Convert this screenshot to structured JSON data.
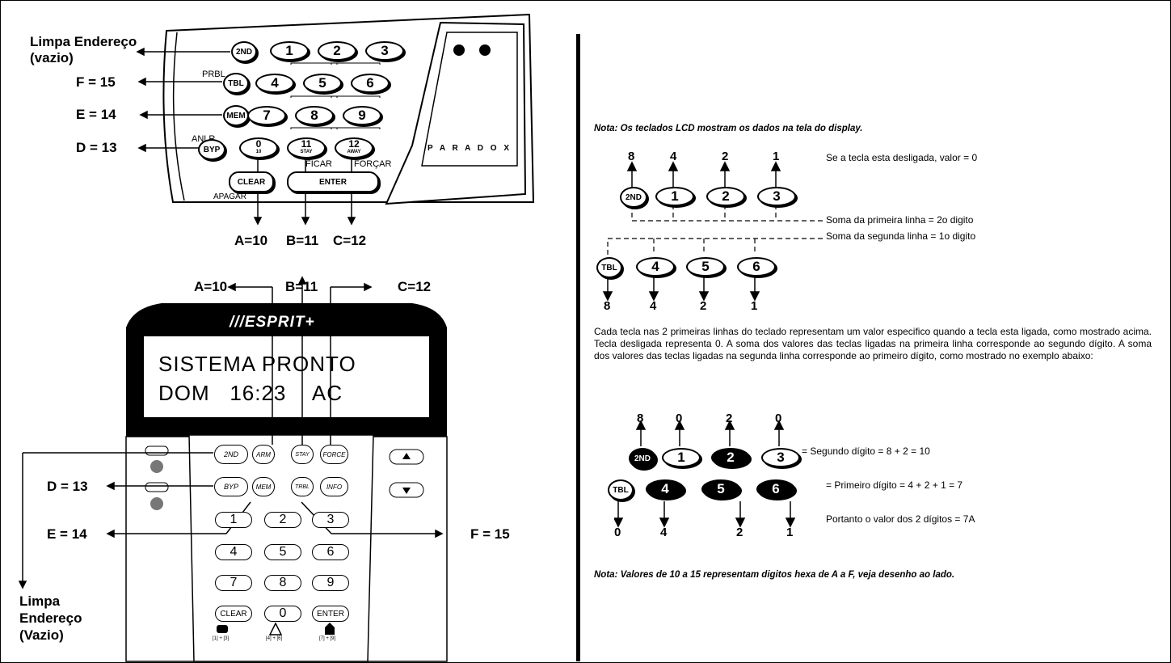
{
  "top_keypad": {
    "labels": {
      "limpa": "Limpa Endereço",
      "vazio": "(vazio)",
      "f": "F = 15",
      "e": "E = 14",
      "d": "D = 13"
    },
    "small": {
      "prbl": "PRBL",
      "anlr": "ANLR",
      "ficar": "FICAR",
      "forcar": "FORÇAR",
      "apagar": "APAGAR"
    },
    "keys": {
      "k2nd": "2ND",
      "tbl": "TBL",
      "mem": "MEM",
      "byp": "BYP",
      "clear": "CLEAR",
      "enter": "ENTER",
      "n1": "1",
      "n2": "2",
      "n3": "3",
      "n4": "4",
      "n5": "5",
      "n6": "6",
      "n7": "7",
      "n8": "8",
      "n9": "9",
      "k0": "0",
      "k0s": "10",
      "k11": "11",
      "k11s": "STAY",
      "k12": "12",
      "k12s": "AWAY"
    },
    "bottom": {
      "a": "A=10",
      "b": "B=11",
      "c": "C=12"
    },
    "brand": "P A R A D O X"
  },
  "bottom_keypad": {
    "top_labels": {
      "a": "A=10",
      "b": "B=11",
      "c": "C=12"
    },
    "side": {
      "d": "D = 13",
      "e": "E = 14",
      "f": "F = 15",
      "limpa1": "Limpa",
      "limpa2": "Endereço",
      "limpa3": "(Vazio)"
    },
    "logo": "///ESPRIT+",
    "lcd_line1": "SISTEMA PRONTO",
    "lcd_line2": "DOM   16:23    AC",
    "keys": {
      "k2nd": "2ND",
      "arm": "ARM",
      "stay": "STAY",
      "force": "FORCE",
      "byp": "BYP",
      "mem": "MEM",
      "trbl": "TRBL",
      "info": "INFO",
      "n1": "1",
      "n2": "2",
      "n3": "3",
      "n4": "4",
      "n5": "5",
      "n6": "6",
      "n7": "7",
      "n8": "8",
      "n9": "9",
      "clear": "CLEAR",
      "n0": "0",
      "enter": "ENTER"
    },
    "panic": {
      "p1": "[1] + [3]",
      "p2": "[4] + [6]",
      "p3": "[7] + [9]"
    }
  },
  "right": {
    "note1": "Nota: Os teclados LCD mostram os dados na tela do display.",
    "off_value": "Se a tecla esta desligada, valor = 0",
    "sum_first": "Soma da primeira linha  = 2o digito",
    "sum_second": "Soma da segunda linha  = 1o digito",
    "row1_vals": [
      "8",
      "4",
      "2",
      "1"
    ],
    "row1_keys": [
      "2ND",
      "1",
      "2",
      "3"
    ],
    "row2_keys": [
      "TBL",
      "4",
      "5",
      "6"
    ],
    "row2_vals": [
      "8",
      "4",
      "2",
      "1"
    ],
    "paragraph": "Cada tecla nas 2 primeiras linhas do teclado representam um valor especifico quando a tecla esta ligada, como mostrado acima. Tecla desligada representa 0. A soma dos valores das teclas ligadas na primeira linha corresponde ao segundo dígito. A soma dos valores das teclas ligadas na segunda  linha corresponde ao primeiro dígito, como mostrado no exemplo abaixo:",
    "ex_row1_vals": [
      "8",
      "0",
      "2",
      "0"
    ],
    "ex_row1_keys": [
      "2ND",
      "1",
      "2",
      "3"
    ],
    "ex_row2_keys": [
      "TBL",
      "4",
      "5",
      "6"
    ],
    "ex_row2_vals": [
      "0",
      "4",
      "2",
      "1"
    ],
    "ex_second": "= Segundo dígito = 8 + 2 = 10",
    "ex_first": "= Primeiro dígito = 4 + 2 + 1 = 7",
    "ex_result": "Portanto o valor dos 2 dígitos  = 7A",
    "note2": "Nota: Valores de 10 a 15 representam digitos hexa de A a F, veja desenho ao lado."
  }
}
